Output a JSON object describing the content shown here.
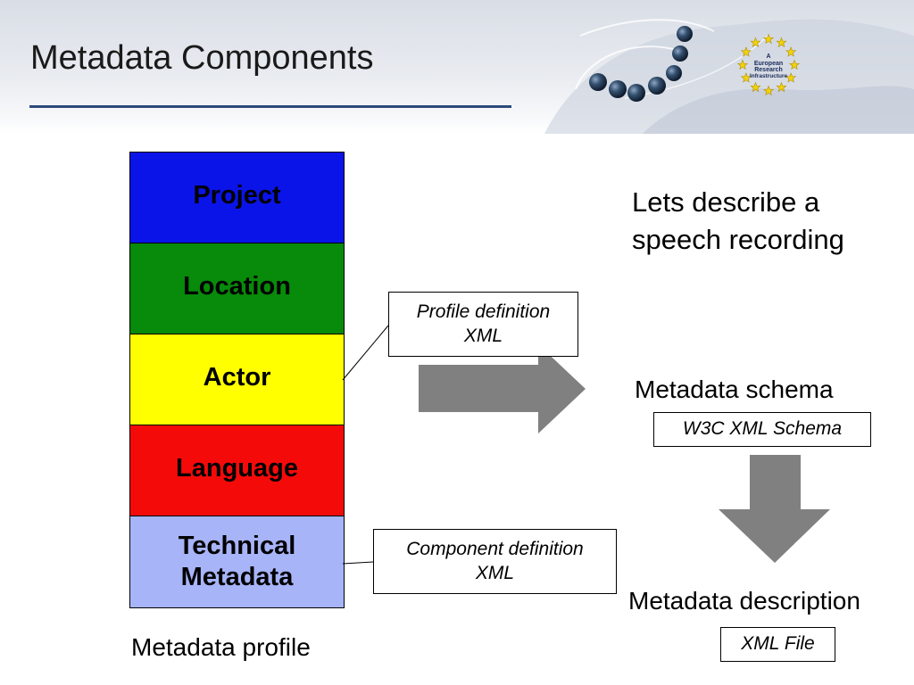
{
  "slide": {
    "title": "Metadata Components",
    "logo_text": "A\nEuropean\nResearch\nInfrastructure"
  },
  "profile_stack": {
    "blocks": [
      {
        "label": "Project",
        "color": "#0a14e8"
      },
      {
        "label": "Location",
        "color": "#088a0a"
      },
      {
        "label": "Actor",
        "color": "#ffff00"
      },
      {
        "label": "Language",
        "color": "#f50a0a"
      },
      {
        "label": "Technical\nMetadata",
        "color": "#a8b4f8"
      }
    ],
    "caption": "Metadata profile"
  },
  "callouts": {
    "profile_definition": "Profile definition\nXML",
    "component_definition": "Component definition\nXML"
  },
  "right_panel": {
    "intro": "Lets describe a\nspeech recording",
    "schema_label": "Metadata schema",
    "schema_box": "W3C XML Schema",
    "description_label": "Metadata description",
    "description_box": "XML File"
  },
  "arrow_color": "#808080"
}
